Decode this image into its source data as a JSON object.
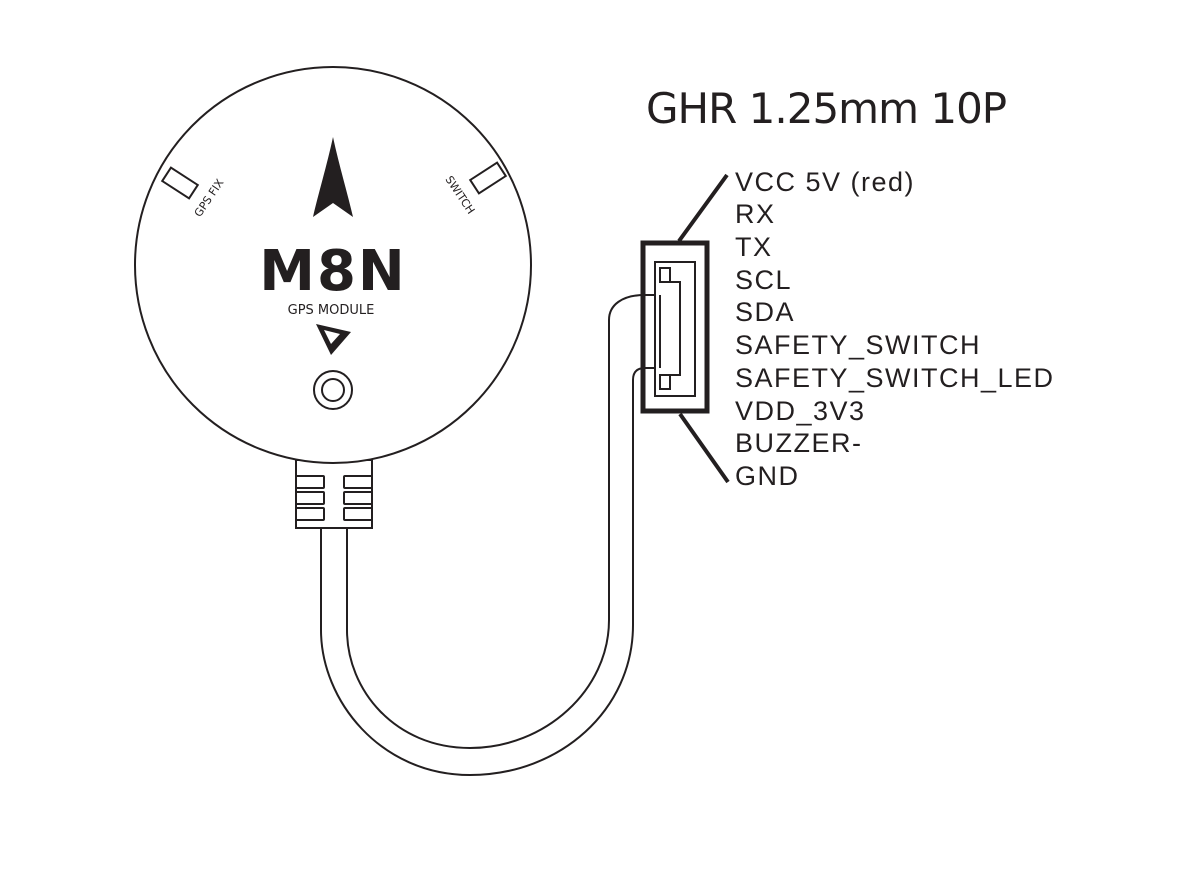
{
  "connector": {
    "title": "GHR 1.25mm 10P",
    "pins": [
      "VCC 5V  (red)",
      "RX",
      "TX",
      "SCL",
      "SDA",
      "SAFETY_SWITCH",
      "SAFETY_SWITCH_LED",
      "VDD_3V3",
      "BUZZER-",
      "GND"
    ]
  },
  "module": {
    "model": "M8N",
    "subtitle": "GPS MODULE",
    "led_left_label": "GPS FIX",
    "led_right_label": "SWITCH"
  },
  "icons": {
    "north": "north-arrow-icon",
    "logo": "brand-logo-icon",
    "button": "safety-button-icon"
  },
  "colors": {
    "stroke": "#231f20",
    "background": "#ffffff"
  }
}
